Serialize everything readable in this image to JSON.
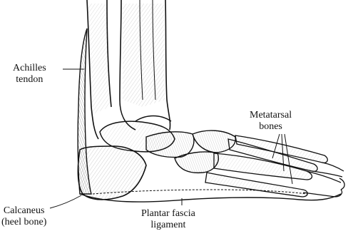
{
  "diagram": {
    "labels": {
      "achilles": {
        "line1": "Achilles",
        "line2": "tendon"
      },
      "metatarsal": {
        "line1": "Metatarsal",
        "line2": "bones"
      },
      "calcaneus": {
        "line1": "Calcaneus",
        "line2": "(heel bone)"
      },
      "plantar": {
        "line1": "Plantar fascia",
        "line2": "ligament"
      }
    },
    "colors": {
      "ink": "#111111",
      "background": "#ffffff"
    }
  }
}
